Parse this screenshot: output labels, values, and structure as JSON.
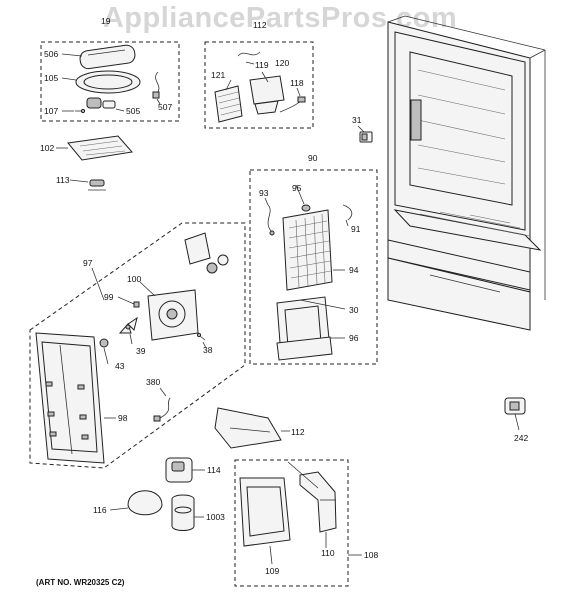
{
  "watermark": "AppliancePartsPros.com",
  "art_number": "(ART NO. WR20325 C2)",
  "callouts": {
    "c19": "19",
    "c112a": "112",
    "c506": "506",
    "c105": "105",
    "c107": "107",
    "c505": "505",
    "c507": "507",
    "c119": "119",
    "c120": "120",
    "c121": "121",
    "c118": "118",
    "c102": "102",
    "c113": "113",
    "c31": "31",
    "c90": "90",
    "c93": "93",
    "c95": "95",
    "c91": "91",
    "c94": "94",
    "c30": "30",
    "c96": "96",
    "c97": "97",
    "c100": "100",
    "c99": "99",
    "c39": "39",
    "c43": "43",
    "c38": "38",
    "c380": "380",
    "c98": "98",
    "c112b": "112",
    "c242": "242",
    "c114": "114",
    "c116": "116",
    "c1003": "1003",
    "c109": "109",
    "c110": "110",
    "c108": "108"
  }
}
